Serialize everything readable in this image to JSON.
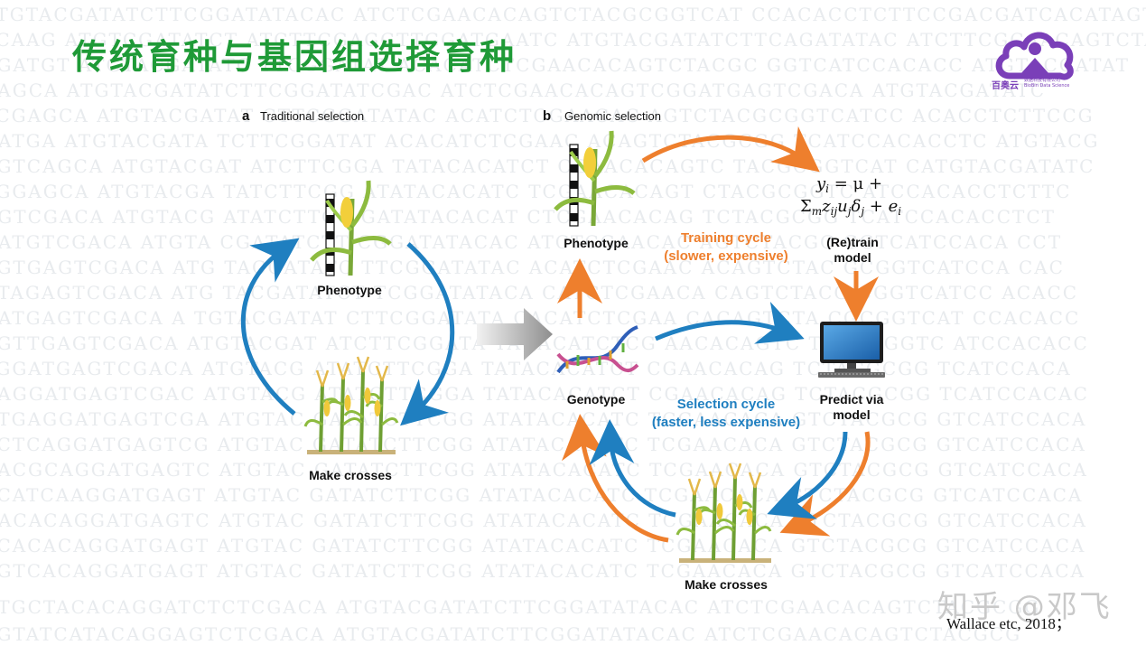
{
  "title": "传统育种与基因组选择育种",
  "logo": {
    "name": "百奥云",
    "sub_cn": "数据科技有限公司",
    "sub_en": "BioBin Data Science"
  },
  "panel_a": {
    "letter": "a",
    "heading": "Traditional selection",
    "phenotype": "Phenotype",
    "crosses": "Make crosses"
  },
  "panel_b": {
    "letter": "b",
    "heading": "Genomic selection",
    "phenotype": "Phenotype",
    "genotype": "Genotype",
    "crosses": "Make crosses",
    "training_cycle_1": "Training cycle",
    "training_cycle_2": "(slower, expensive)",
    "selection_cycle_1": "Selection cycle",
    "selection_cycle_2": "(faster, less expensive)",
    "retrain_1": "(Re)train",
    "retrain_2": "model",
    "predict_1": "Predict via",
    "predict_2": "model",
    "equation": {
      "y": "y",
      "i": "i",
      "eq": " = μ +",
      "sigma": "Σ",
      "m": "m",
      "z": "z",
      "ij": "ij",
      "u": "u",
      "j1": "j",
      "delta": "δ",
      "j2": "j",
      "plus_e": " + e",
      "i2": "i"
    }
  },
  "colors": {
    "orange": "#ee7f2d",
    "blue": "#1f7fc0",
    "title_green": "#1f9a37",
    "logo_purple": "#7a3fb8"
  },
  "watermark": "知乎 @邓飞",
  "citation": "Wallace etc, 2018；",
  "bg_dna": [
    "ATGTACGATATCTTCGGATATACAC ATCTCGAACACAGTCTACGCGGTCAT CCACACCTCTTCCGACGATCACATAGTC",
    "TCAAG ATGTCGATATCT ATCTTCGAGGTTGGATGAATC ATGTACGATATCTTCAGATATAC ATCTTCGCAACAGTCTA",
    "AGATGT ATGTACGATATC TTCGGATAT ACACATCTCGAACACAGTCTACGC GGTCATCCACACC ATGTACGATAT",
    "CAGCA ATGTACGATATCTTCGGATATCGAC ATCTCGAACACAGTCGGATGAGTCGACA ATGTACGATATC",
    "TCGAGCA ATGTACGATAT CTTCGGATATAC ACATCTCGAACAC AGTCTACGCGGTCATCC ACACCTCTTCCG",
    "GATGA ATGTACGATA TCTTCGGATAT ACACATCTCGAAC ACAGTCTACGCGG TCATCCACACCTC ATGTACG",
    "AGTCAGCA ATGTACGAT ATCTTCGGA TATACACATCT CGAACACAGTC TACGCGGTCAT CATGTACGATATC",
    "TGGAGCA ATGTACGA TATCTTCGG ATATACACATC TCGAACACAGT CTACGCGGTC ATCCACACCTCTTC",
    "CGTCGACA ATGTACG ATATCTTCG GATATACACAT CTCGAACACAG TCTACGCGG TCATCCACACCTCT",
    "GATGTCGACA ATGTA CGATATCTT CGGATATACAC ATCTCGAACAC AGTCTACGC GGTCATCCACA CCT",
    "AGTGAGTCGACA ATG TACGATATC TTCGGATATAC ACATCTCGAAC ACAGTCTAC GCGGTCATCCA CAC",
    "CTAGAGTCGACA ATG TACGATATCT TCGGATATACA CATCTCGAACA CAGTCTACG CGGTCATCC ACACC",
    "GATGAGTCGACA A TGTACGATAT CTTCGGATATA CACATCTCGAA CACAGTCTA CGCGGTCAT CCACACC",
    "AGTTGAGTCGACA ATGTACGAT ATCTTCGGATA TACACATCTCG AACACAGTC TACGCGGTC ATCCACACC",
    "TGGATGAGTCGACA ATGTACG ATATCTTCGGA TATACACATCT CGAACACAG TCTACGCGG TCATCCACA",
    "CAGGATGAGTCGAC ATGTACG ATATCTTCGGA TATACACATCT CGAACACAG TCTACGCGG TCATCCACAC",
    "CTGAGGATGAGTCGA ATGTAC GATATCTTCGG ATATACACATC TCGAACACA GTCTACGCG GTCATCCACA",
    "ACTCAGGATGAGTCG ATGTAC GATATCTTCGG ATATACACATC TCGAACACA GTCTACGCG GTCATCCACA",
    "CACGCAGGATGAGTC ATGTAC GATATCTTCGG ATATACACATC TCGAACACA GTCTACGCG GTCATCCACA",
    "ACATCAAGGATGAGT ATGTAC GATATCTTCGG ATATACACATC TCGAACACA GTCTACGCG GTCATCCACA",
    "GACACAGGATGAGTC ATGTAC GATATCTTCGG ATATACACATC TCGAACACA GTCTACGCG GTCATCCACA",
    "ACACACAGGATGAGT ATGTAC GATATCTTCGG ATATACACATC TCGAACACA GTCTACGCG GTCATCCACA",
    "AGTCACAGGATGAGT ATGTAC GATATCTTCGG ATATACACATC TCGAACACA GTCTACGCG GTCATCCACA",
    "CTGCTACACAGGATCTCTCGACA ATGTACGATATCTTCGGATATACAC ATCTCGAACACAGTCTACGCGG",
    "AGTATCATACAGGAGTCTCGACA ATGTACGATATCTTCGGATATACAC ATCTCGAACACAGTCTACGCG"
  ]
}
